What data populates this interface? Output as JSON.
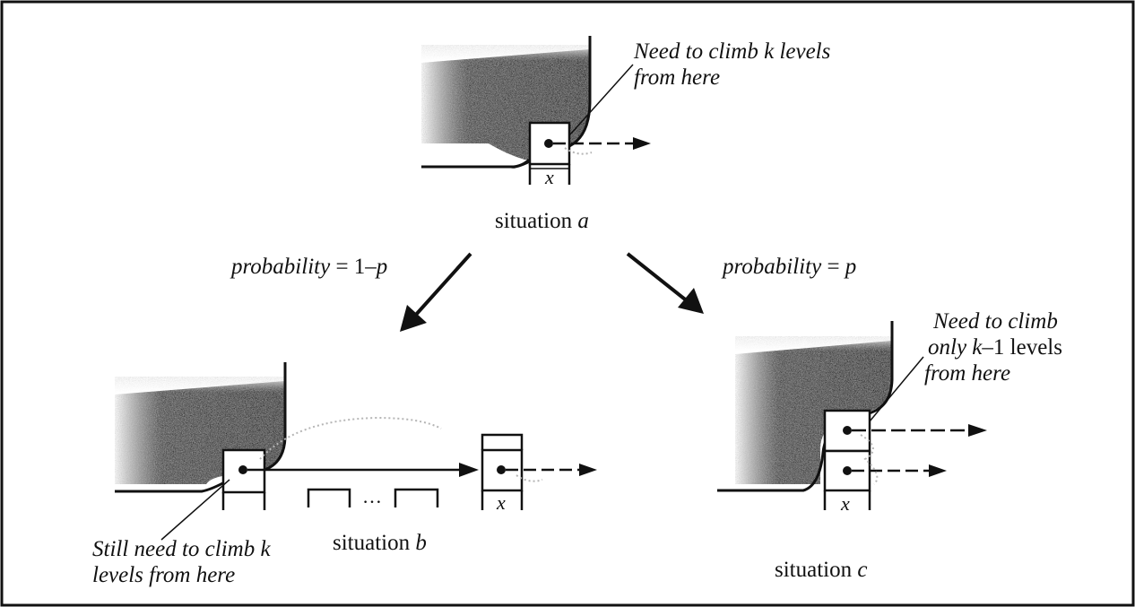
{
  "colors": {
    "ink": "#111111",
    "shade": "#1c1c1c",
    "dotted_link": "#b5b5b5",
    "background": "#ffffff"
  },
  "situations": {
    "a": {
      "prefix": "situation ",
      "var": "a",
      "node_label": "x",
      "annotation_line1": "Need to climb k levels",
      "annotation_line2": "from here"
    },
    "b": {
      "prefix": "situation ",
      "var": "b",
      "node_label": "x",
      "ellipsis": "…",
      "annotation_line1": "Still need to climb k",
      "annotation_line2": "levels from here"
    },
    "c": {
      "prefix": "situation ",
      "var": "c",
      "node_label": "x",
      "annotation_line1": "Need to climb",
      "annotation_line2_pre": "only ",
      "annotation_line2_var": "k",
      "annotation_line2_post": "–1 levels",
      "annotation_line3": "from here"
    }
  },
  "transitions": {
    "left": {
      "prefix": "probability",
      "eq": " = 1–",
      "var": "p"
    },
    "right": {
      "prefix": "probability",
      "eq": " = ",
      "var": "p"
    }
  }
}
